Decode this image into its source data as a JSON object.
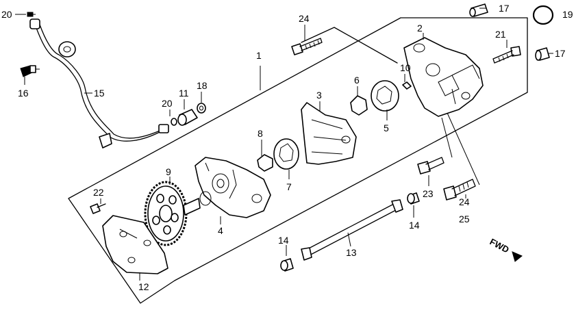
{
  "callouts": [
    "1",
    "2",
    "3",
    "4",
    "5",
    "6",
    "7",
    "8",
    "9",
    "10",
    "11",
    "12",
    "13",
    "14",
    "14",
    "15",
    "16",
    "17",
    "17",
    "18",
    "19",
    "20",
    "20",
    "21",
    "22",
    "23",
    "24",
    "24",
    "25"
  ],
  "fwd_label": "FWD"
}
